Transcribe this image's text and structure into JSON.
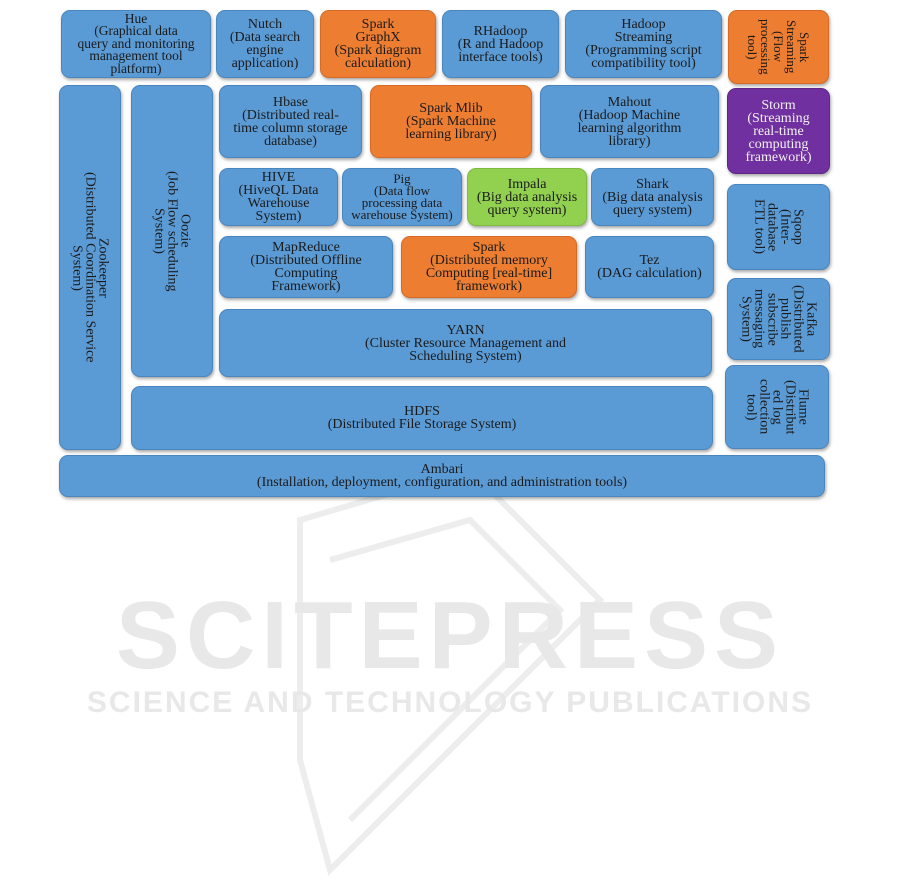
{
  "boxes": {
    "hue": "Hue\n(Graphical data\nquery and monitoring\nmanagement tool\nplatform)",
    "nutch": "Nutch\n(Data search\nengine\napplication)",
    "graphx": "Spark\nGraphX\n(Spark diagram\ncalculation)",
    "rhadoop": "RHadoop\n(R and Hadoop\ninterface tools)",
    "streaming": "Hadoop\nStreaming\n(Programming script\ncompatibility tool)",
    "spark_streaming": "Spark\nStreaming\n(Flow\nprocessing\ntool)",
    "zookeeper": "Zookeeper\n(Distributed Coordination Service\nSystem)",
    "oozie": "Oozie\n(Job Flow scheduling\nSystem)",
    "hbase": "Hbase\n(Distributed real-\ntime column storage\ndatabase)",
    "mlib": "Spark Mlib\n(Spark Machine\nlearning library)",
    "mahout": "Mahout\n(Hadoop Machine\nlearning algorithm\nlibrary)",
    "storm": "Storm\n(Streaming\nreal-time\ncomputing\nframework)",
    "hive": "HIVE\n(HiveQL Data\nWarehouse\nSystem)",
    "pig": "Pig\n(Data flow\nprocessing data\nwarehouse System)",
    "impala": "Impala\n(Big data analysis\nquery system)",
    "shark": "Shark\n(Big data analysis\nquery system)",
    "sqoop": "Sqoop\n(Inter-\ndatabase\nETL tool)",
    "mapreduce": "MapReduce\n(Distributed Offline\nComputing\nFramework)",
    "spark": "Spark\n(Distributed memory\nComputing [real-time]\nframework)",
    "tez": "Tez\n(DAG calculation)",
    "kafka": "Kafka\n(Distributed\npublish\nsubscribe\nmessaging\nSystem)",
    "yarn": "YARN\n(Cluster Resource Management and\nScheduling System)",
    "flume": "Flume\n(Distribut\ned log\ncollection\ntool)",
    "hdfs": "HDFS\n(Distributed File Storage System)",
    "ambari": "Ambari\n(Installation, deployment, configuration, and administration tools)"
  },
  "watermark": {
    "main": "SCITEPRESS",
    "sub": "SCIENCE AND TECHNOLOGY PUBLICATIONS"
  },
  "colors": {
    "blue": "#5b9bd5",
    "orange": "#ed7d31",
    "green": "#92d050",
    "purple": "#7030a0"
  }
}
